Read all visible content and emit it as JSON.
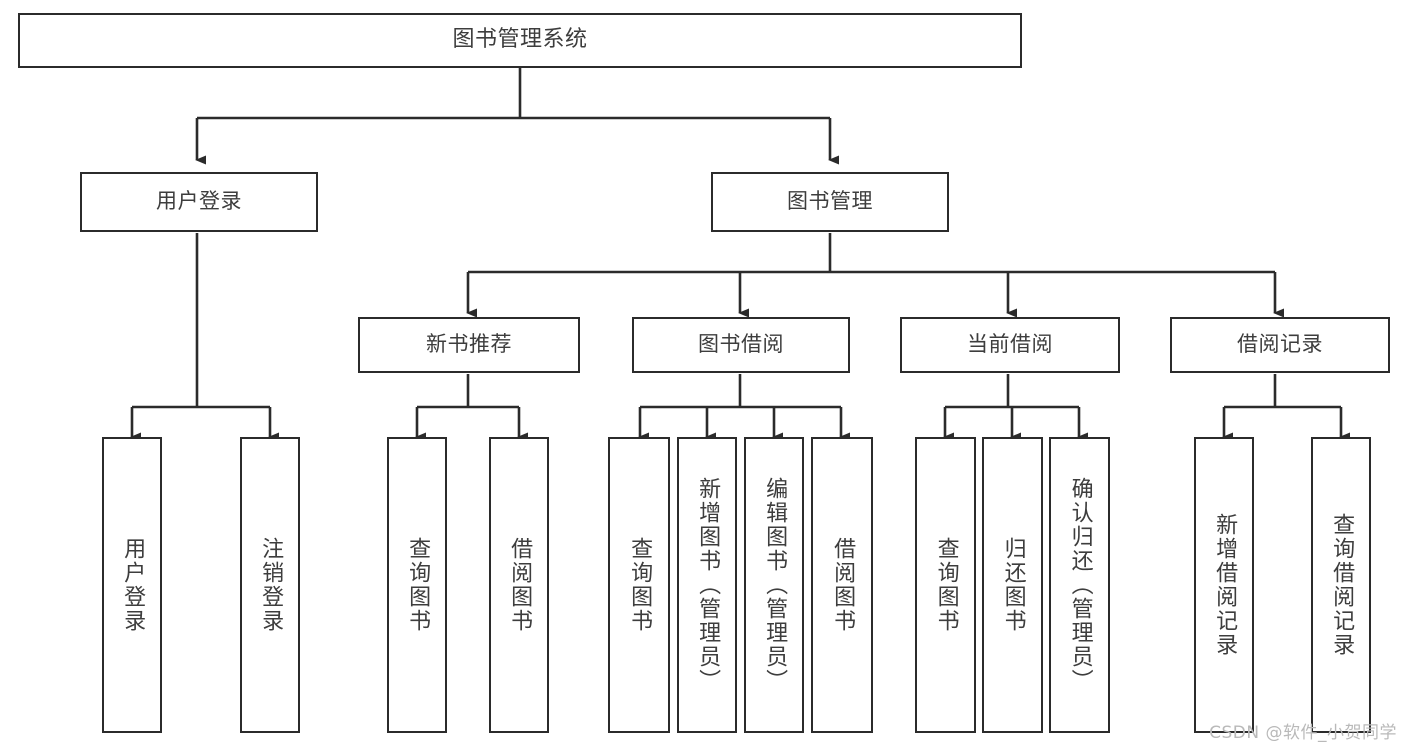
{
  "diagram": {
    "title": "图书管理系统",
    "watermark": "CSDN @软件_小贺同学",
    "colors": {
      "stroke": "#2b2b2b",
      "text": "#3d3d3d",
      "background": "#ffffff",
      "watermark": "#b9b9b9"
    },
    "levels": {
      "root": {
        "label": "图书管理系统"
      },
      "level2": [
        {
          "label": "用户登录"
        },
        {
          "label": "图书管理"
        }
      ],
      "level3": [
        {
          "label": "新书推荐"
        },
        {
          "label": "图书借阅"
        },
        {
          "label": "当前借阅"
        },
        {
          "label": "借阅记录"
        }
      ],
      "level4": [
        {
          "label": "用户登录",
          "parent": "用户登录"
        },
        {
          "label": "注销登录",
          "parent": "用户登录"
        },
        {
          "label": "查询图书",
          "parent": "新书推荐"
        },
        {
          "label": "借阅图书",
          "parent": "新书推荐"
        },
        {
          "label": "查询图书",
          "parent": "图书借阅"
        },
        {
          "label": "新增图书（管理员）",
          "parent": "图书借阅"
        },
        {
          "label": "编辑图书（管理员）",
          "parent": "图书借阅"
        },
        {
          "label": "借阅图书",
          "parent": "图书借阅"
        },
        {
          "label": "查询图书",
          "parent": "当前借阅"
        },
        {
          "label": "归还图书",
          "parent": "当前借阅"
        },
        {
          "label": "确认归还（管理员）",
          "parent": "当前借阅"
        },
        {
          "label": "新增借阅记录",
          "parent": "借阅记录"
        },
        {
          "label": "查询借阅记录",
          "parent": "借阅记录"
        }
      ]
    }
  },
  "chart_data": {
    "type": "diagram",
    "title": "图书管理系统",
    "tree": {
      "label": "图书管理系统",
      "children": [
        {
          "label": "用户登录",
          "children": [
            {
              "label": "用户登录"
            },
            {
              "label": "注销登录"
            }
          ]
        },
        {
          "label": "图书管理",
          "children": [
            {
              "label": "新书推荐",
              "children": [
                {
                  "label": "查询图书"
                },
                {
                  "label": "借阅图书"
                }
              ]
            },
            {
              "label": "图书借阅",
              "children": [
                {
                  "label": "查询图书"
                },
                {
                  "label": "新增图书（管理员）"
                },
                {
                  "label": "编辑图书（管理员）"
                },
                {
                  "label": "借阅图书"
                }
              ]
            },
            {
              "label": "当前借阅",
              "children": [
                {
                  "label": "查询图书"
                },
                {
                  "label": "归还图书"
                },
                {
                  "label": "确认归还（管理员）"
                }
              ]
            },
            {
              "label": "借阅记录",
              "children": [
                {
                  "label": "新增借阅记录"
                },
                {
                  "label": "查询借阅记录"
                }
              ]
            }
          ]
        }
      ]
    }
  }
}
